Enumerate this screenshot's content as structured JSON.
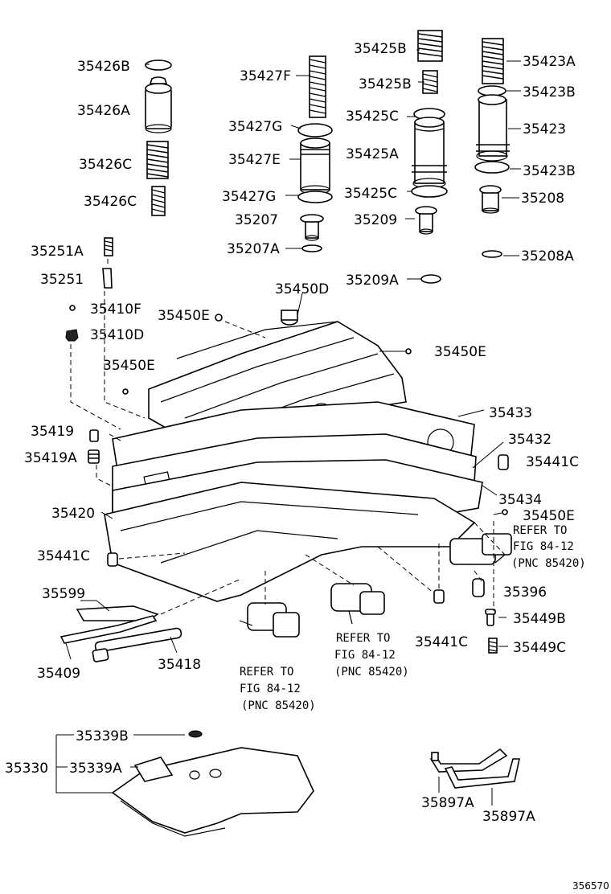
{
  "labels": {
    "l35426B": "35426B",
    "l35426A": "35426A",
    "l35426C1": "35426C",
    "l35426C2": "35426C",
    "l35427F": "35427F",
    "l35427G1": "35427G",
    "l35427E": "35427E",
    "l35427G2": "35427G",
    "l35207": "35207",
    "l35207A": "35207A",
    "l35425B1": "35425B",
    "l35425B2": "35425B",
    "l35425C1": "35425C",
    "l35425A": "35425A",
    "l35425C2": "35425C",
    "l35209": "35209",
    "l35209A": "35209A",
    "l35423A": "35423A",
    "l35423B1": "35423B",
    "l35423": "35423",
    "l35423B2": "35423B",
    "l35208": "35208",
    "l35208A": "35208A",
    "l35251A": "35251A",
    "l35251": "35251",
    "l35410F": "35410F",
    "l35410D": "35410D",
    "l35450D": "35450D",
    "l35450E1": "35450E",
    "l35450E2": "35450E",
    "l35450E3": "35450E",
    "l35450E4": "35450E",
    "l35433": "35433",
    "l35432": "35432",
    "l35441C1": "35441C",
    "l35434": "35434",
    "l35419": "35419",
    "l35419A": "35419A",
    "l35420": "35420",
    "l35441C2": "35441C",
    "l35599": "35599",
    "l35409": "35409",
    "l35418": "35418",
    "l35396": "35396",
    "l35449B": "35449B",
    "l35441C3": "35441C",
    "l35449C": "35449C",
    "l35339B": "35339B",
    "l35330": "35330",
    "l35339A": "35339A",
    "l35897A1": "35897A",
    "l35897A2": "35897A"
  },
  "refs": {
    "ref1": [
      "REFER TO",
      "FIG 84-12",
      "(PNC 85420)"
    ],
    "ref2": [
      "REFER TO",
      "FIG 84-12",
      "(PNC 85420)"
    ],
    "ref3": [
      "REFER TO",
      "FIG 84-12",
      "(PNC 85420)"
    ]
  },
  "figure_number": "356570"
}
